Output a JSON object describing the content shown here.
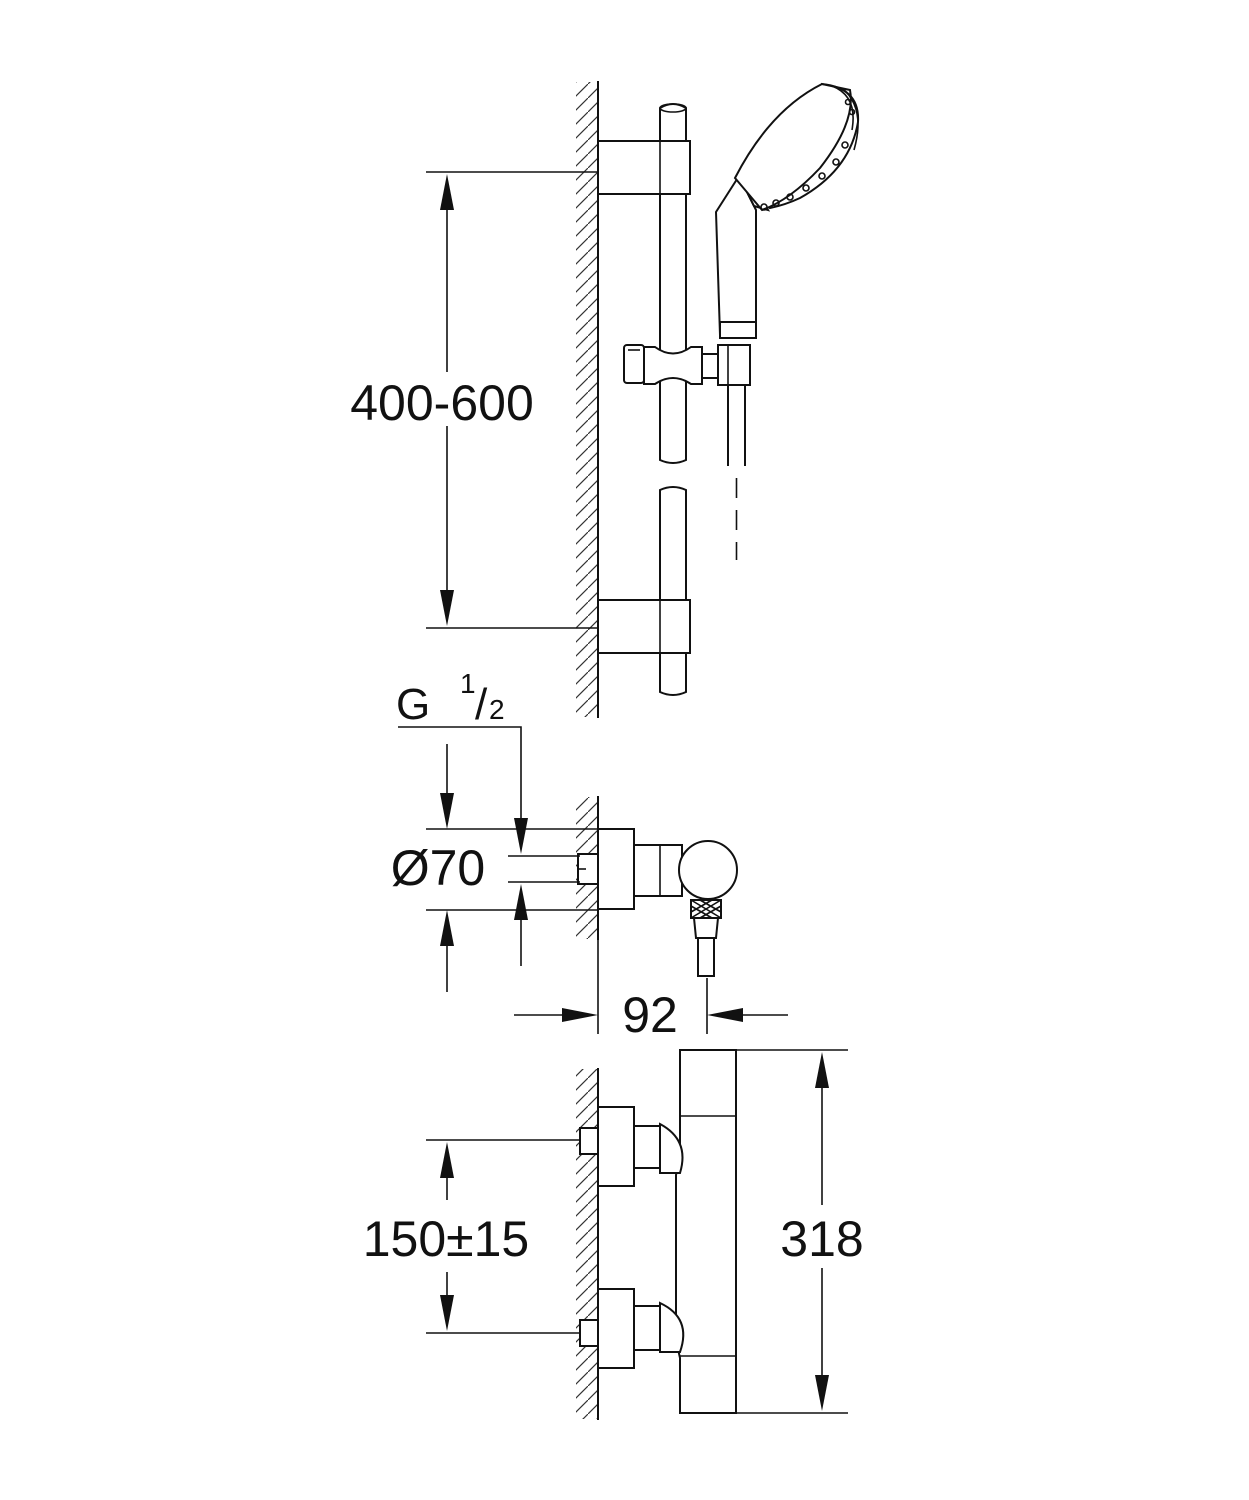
{
  "dimensions": {
    "rail_spacing": "400-600",
    "thread_main": "G",
    "thread_num": "1",
    "thread_den": "2",
    "escutcheon_diameter": "Ø70",
    "projection": "92",
    "inlet_spacing": "150±15",
    "height": "318"
  }
}
